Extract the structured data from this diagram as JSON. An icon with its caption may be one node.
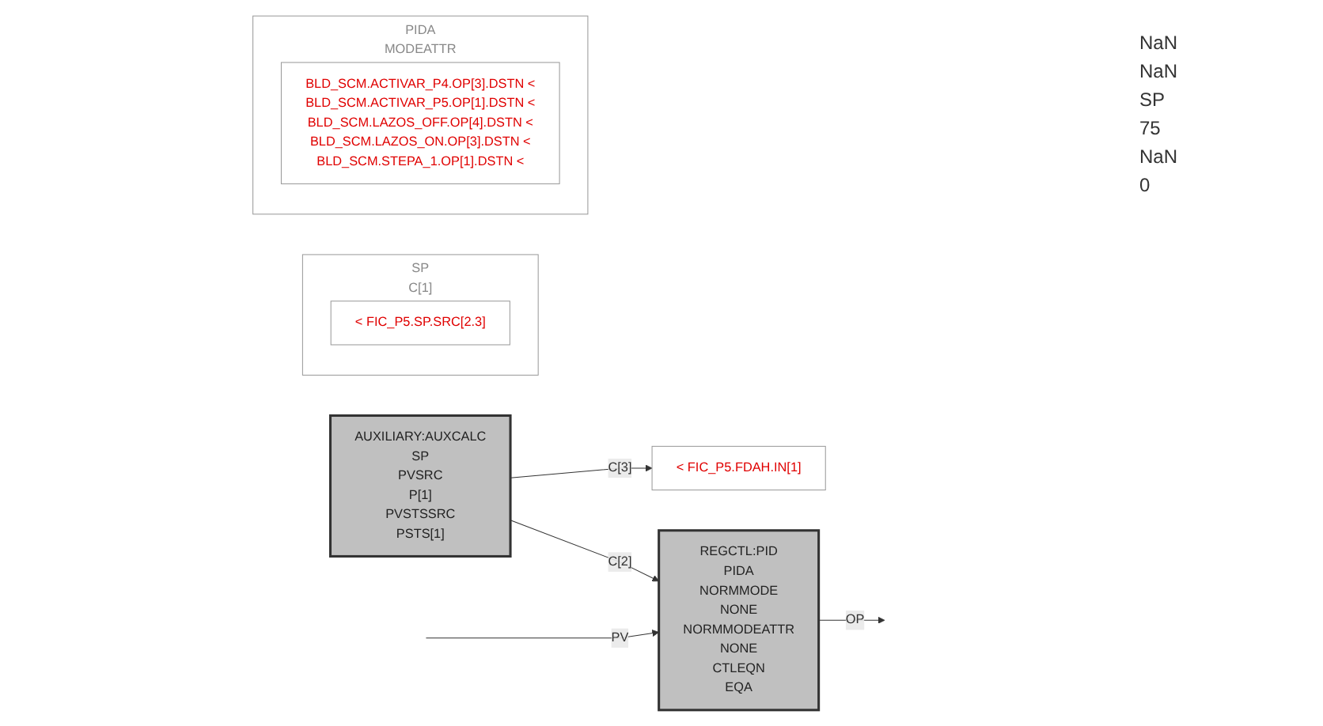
{
  "diagram": {
    "nodes": [
      {
        "text": [
          "SP",
          "C[1]"
        ]
      },
      {
        "text": [
          "< FIC_P5.SP.SRC[2.3]"
        ],
        "in": 0
      },
      {
        "text": [
          "AUXILIARY:AUXCALC",
          "SP",
          "PVSRC",
          "P[1]",
          "PVSTSSRC",
          "PSTS[1]"
        ]
      },
      {
        "text": [
          "< FIC_P5.FDAH.IN[1]"
        ]
      },
      {
        "text": [
          "REGCTL:PID",
          "PIDA",
          "NORMMODE",
          "NONE",
          "NORMMODEATTR",
          "NONE",
          "CTLEQN",
          "EQA"
        ]
      },
      {
        "text": [
          "PIDA",
          "MODEATTR"
        ]
      },
      {
        "text": [
          "BLD_SCM.ACTIVAR_P4.OP[3].DSTN <",
          "BLD_SCM.ACTIVAR_P5.OP[1].DSTN <",
          "BLD_SCM.LAZOS_OFF.OP[4].DSTN <",
          "BLD_SCM.LAZOS_ON.OP[3].DSTN <",
          "BLD_SCM.STEPA_1.OP[1].DSTN <"
        ],
        "in": 5
      }
    ],
    "edges": [
      {
        "from": null,
        "to": 4,
        "arrow": "to",
        "label": "PV"
      },
      {
        "from": 2,
        "to": 4,
        "arrow": "to",
        "label": "C[2]"
      },
      {
        "from": 2,
        "to": 3,
        "arrow": "to",
        "label": "C[3]"
      },
      {
        "from": 4,
        "to": null,
        "arrow": "to",
        "label": "OP"
      }
    ],
    "labels": [
      "NaN",
      "NaN",
      "SP",
      "75",
      "NaN",
      "0"
    ]
  }
}
